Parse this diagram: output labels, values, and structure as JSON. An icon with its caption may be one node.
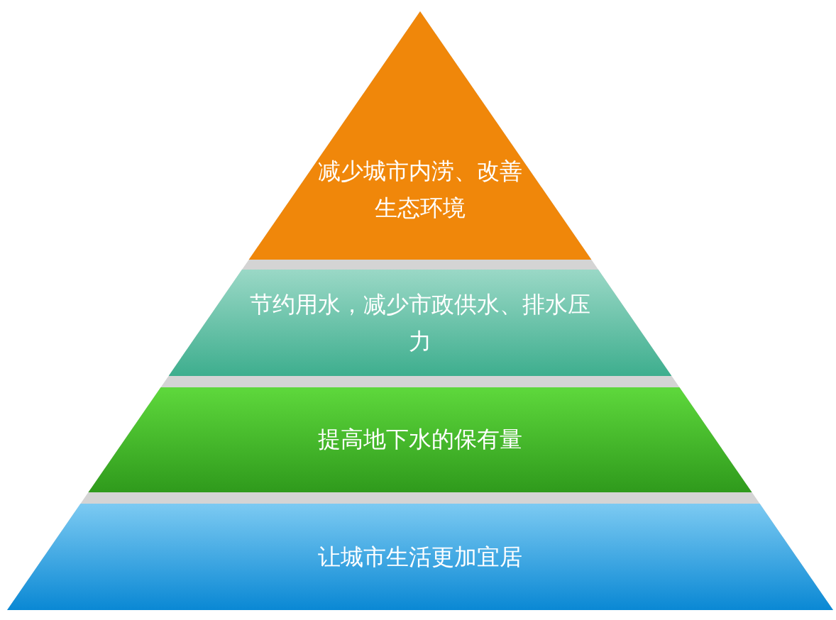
{
  "diagram": {
    "nodes": [
      {
        "text": [
          "减少城市内涝、改善生态环境"
        ]
      },
      {
        "text": [
          "节约用水，减少市政供水、排水压力"
        ]
      },
      {
        "text": [
          "提高地下水的保有量"
        ]
      },
      {
        "text": [
          "让城市生活更加宜居"
        ]
      }
    ]
  }
}
